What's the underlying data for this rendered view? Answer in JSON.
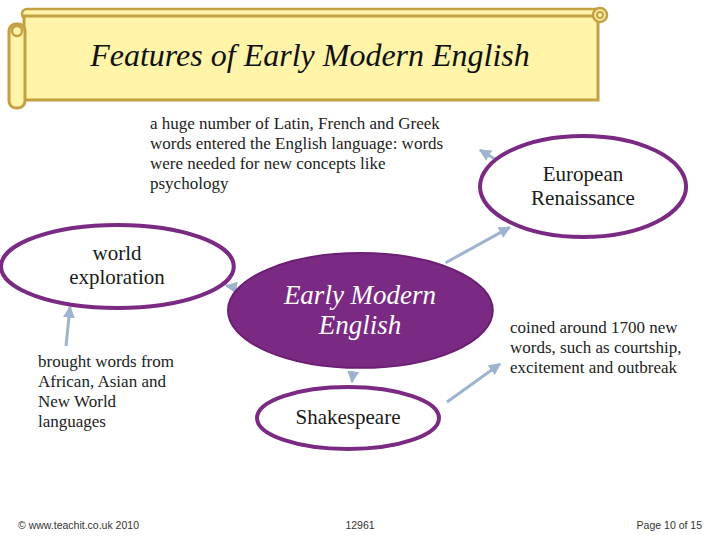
{
  "diagram": {
    "title": "Features of Early Modern English",
    "nodes": [
      {
        "text": [
          "European Renaissance"
        ]
      },
      {
        "text": [
          "world exploration"
        ]
      },
      {
        "text": [
          "Early Modern English"
        ]
      },
      {
        "text": [
          "Shakespeare"
        ]
      }
    ],
    "edges": [
      {
        "from": 2,
        "to": 0,
        "arrow": "to"
      },
      {
        "from": 2,
        "to": 1,
        "arrow": "to"
      },
      {
        "from": 2,
        "to": 3,
        "arrow": "to"
      }
    ],
    "labels": [
      "a huge number of Latin, French and Greek words entered the English language: words were needed for new concepts like psychology",
      "brought words from African, Asian and New World languages",
      "coined around 1700 new words, such as courtship, excitement and outbreak",
      "© www.teachit.co.uk 2010",
      "12961",
      "Page 10 of 15"
    ]
  }
}
